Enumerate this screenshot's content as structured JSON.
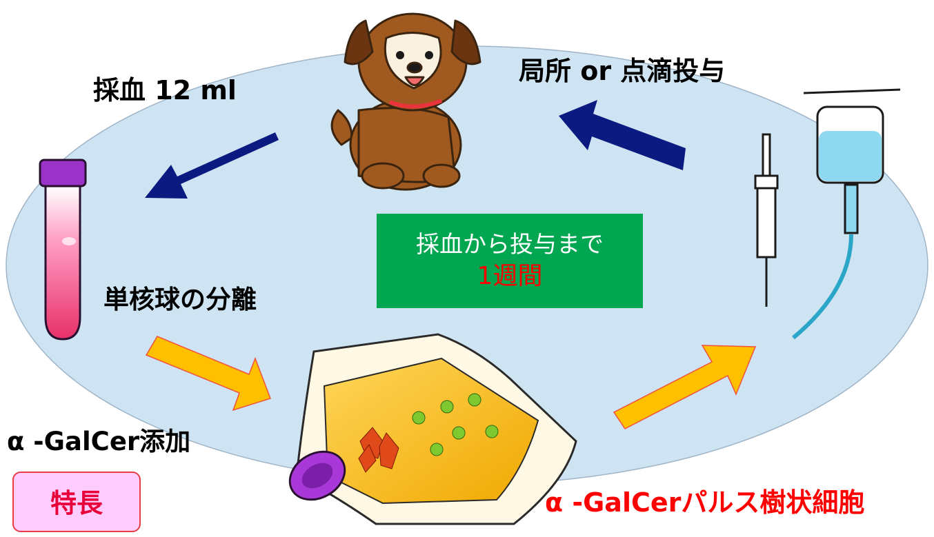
{
  "labels": {
    "blood_draw": "採血 12 ml",
    "administration": "局所 or 点滴投与",
    "separation": "単核球の分離",
    "galcer_add": "α -GalCer添加",
    "pulsed_dc": "α -GalCerパルス樹状細胞"
  },
  "center_box": {
    "line1": "採血から投与まで",
    "line2": "1週間"
  },
  "badge": {
    "label": "特長"
  },
  "colors": {
    "cycle_fill": "#cfe4f2",
    "navy_arrow": "#0a1a80",
    "yellow_arrow": "#ffc000",
    "center_box": "#00a650",
    "highlight_red": "#ff0000",
    "badge_fill": "#ffccff"
  },
  "icons": [
    "dog-illustration",
    "blood-tube-icon",
    "culture-flask-icon",
    "syringe-icon",
    "iv-drip-icon"
  ]
}
